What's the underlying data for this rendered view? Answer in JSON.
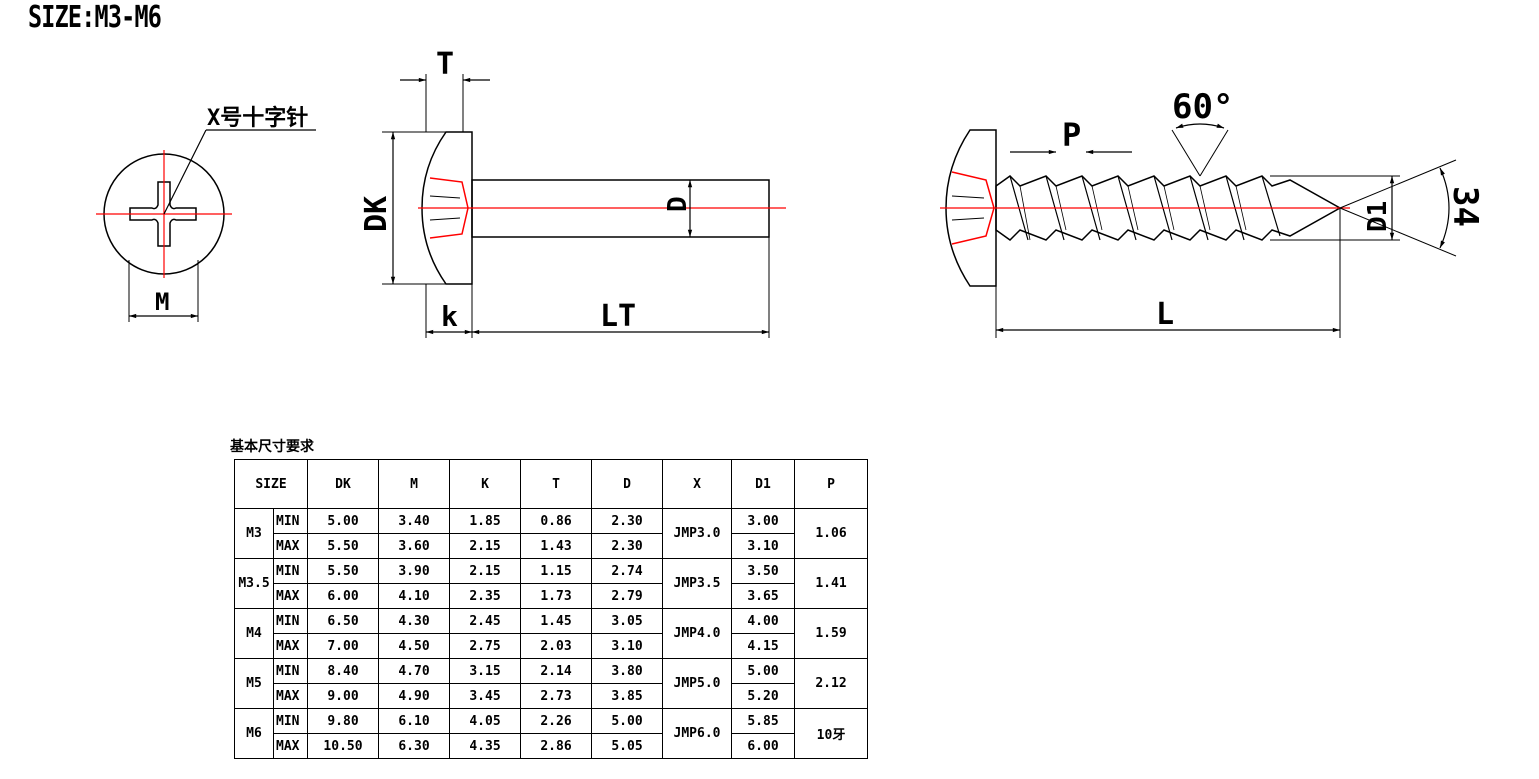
{
  "title": "SIZE:M3-M6",
  "labels": {
    "x_label": "X号十字针",
    "M": "M",
    "T": "T",
    "DK": "DK",
    "D": "D",
    "k": "k",
    "LT": "LT",
    "P": "P",
    "angle": "60°",
    "D1": "D1",
    "angle34": "34",
    "L": "L"
  },
  "table": {
    "caption": "基本尺寸要求",
    "headers": [
      "SIZE",
      "DK",
      "M",
      "K",
      "T",
      "D",
      "X",
      "D1",
      "P"
    ],
    "rows": [
      {
        "size": "M3",
        "x": "JMP3.0",
        "p": "1.06",
        "min": {
          "label": "MIN",
          "dk": "5.00",
          "m": "3.40",
          "k": "1.85",
          "t": "0.86",
          "d": "2.30",
          "d1": "3.00"
        },
        "max": {
          "label": "MAX",
          "dk": "5.50",
          "m": "3.60",
          "k": "2.15",
          "t": "1.43",
          "d": "2.30",
          "d1": "3.10"
        }
      },
      {
        "size": "M3.5",
        "x": "JMP3.5",
        "p": "1.41",
        "min": {
          "label": "MIN",
          "dk": "5.50",
          "m": "3.90",
          "k": "2.15",
          "t": "1.15",
          "d": "2.74",
          "d1": "3.50"
        },
        "max": {
          "label": "MAX",
          "dk": "6.00",
          "m": "4.10",
          "k": "2.35",
          "t": "1.73",
          "d": "2.79",
          "d1": "3.65"
        }
      },
      {
        "size": "M4",
        "x": "JMP4.0",
        "p": "1.59",
        "min": {
          "label": "MIN",
          "dk": "6.50",
          "m": "4.30",
          "k": "2.45",
          "t": "1.45",
          "d": "3.05",
          "d1": "4.00"
        },
        "max": {
          "label": "MAX",
          "dk": "7.00",
          "m": "4.50",
          "k": "2.75",
          "t": "2.03",
          "d": "3.10",
          "d1": "4.15"
        }
      },
      {
        "size": "M5",
        "x": "JMP5.0",
        "p": "2.12",
        "min": {
          "label": "MIN",
          "dk": "8.40",
          "m": "4.70",
          "k": "3.15",
          "t": "2.14",
          "d": "3.80",
          "d1": "5.00"
        },
        "max": {
          "label": "MAX",
          "dk": "9.00",
          "m": "4.90",
          "k": "3.45",
          "t": "2.73",
          "d": "3.85",
          "d1": "5.20"
        }
      },
      {
        "size": "M6",
        "x": "JMP6.0",
        "p": "10牙",
        "min": {
          "label": "MIN",
          "dk": "9.80",
          "m": "6.10",
          "k": "4.05",
          "t": "2.26",
          "d": "5.00",
          "d1": "5.85"
        },
        "max": {
          "label": "MAX",
          "dk": "10.50",
          "m": "6.30",
          "k": "4.35",
          "t": "2.86",
          "d": "5.05",
          "d1": "6.00"
        }
      }
    ]
  },
  "colors": {
    "line": "#000000",
    "centerline": "#ff0000"
  }
}
